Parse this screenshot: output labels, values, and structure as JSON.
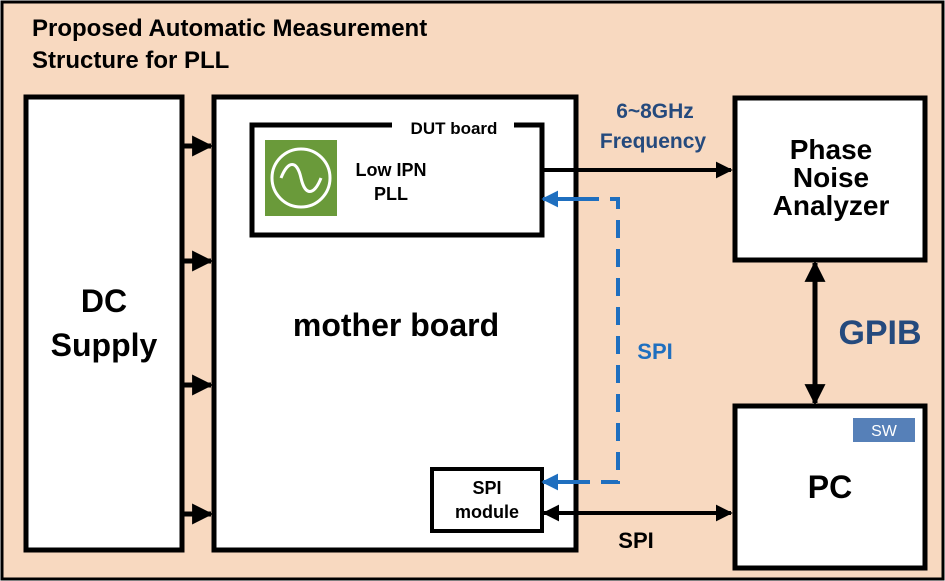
{
  "title_lines": [
    "Proposed Automatic Measurement",
    "Structure for PLL"
  ],
  "dc_supply": [
    "DC",
    "Supply"
  ],
  "mother_board": "mother board",
  "dut_board": "DUT board",
  "pll": [
    "Low IPN",
    "PLL"
  ],
  "spi_module": [
    "SPI",
    "module"
  ],
  "analyzer": [
    "Phase",
    "Noise",
    "Analyzer"
  ],
  "pc": "PC",
  "sw_badge": "SW",
  "freq_label": [
    "6~8GHz",
    "Frequency"
  ],
  "gpib_label": "GPIB",
  "spi_dashed_label": "SPI",
  "spi_bottom_label": "SPI",
  "colors": {
    "background": "#f8d9c0",
    "line": "#000000",
    "accent_blue": "#1f6fbf",
    "label_blue": "#254a7d",
    "pll_icon": "#6a9a3a",
    "sw_badge": "#5680b8"
  },
  "icons": {
    "pll": "sine-wave-icon"
  }
}
